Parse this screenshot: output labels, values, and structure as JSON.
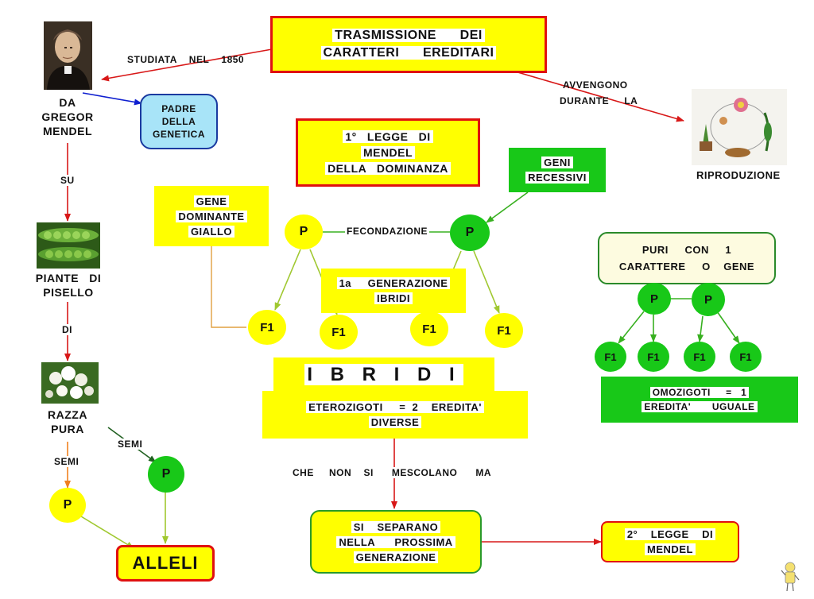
{
  "title": {
    "line1": "TRASMISSIONE      DEI",
    "line2": "CARATTERI      EREDITARI"
  },
  "person": {
    "caption": [
      "DA",
      "GREGOR",
      "MENDEL"
    ]
  },
  "padre": [
    "PADRE",
    "DELLA",
    "GENETICA"
  ],
  "riproduzione": "RIPRODUZIONE",
  "piante": [
    "PIANTE   DI",
    "PISELLO"
  ],
  "razza": [
    "RAZZA",
    "PURA"
  ],
  "legge1": [
    "1°   LEGGE   DI",
    "MENDEL",
    "DELLA   DOMINANZA"
  ],
  "geni_recessivi": [
    "GENI",
    "RECESSIVI"
  ],
  "gene_dominante": [
    "GENE",
    "DOMINANTE",
    "GIALLO"
  ],
  "generazione": [
    "1a     GENERAZIONE",
    "IBRIDI"
  ],
  "ibridi": {
    "title": "I B R I D I",
    "line1": "ETEROZIGOTI     =  2    EREDITA'",
    "line2": "DIVERSE"
  },
  "puri": [
    "PURI     CON     1",
    "CARATTERE     O    GENE"
  ],
  "omozigoti": [
    "OMOZIGOTI     =   1",
    "EREDITA'       UGUALE"
  ],
  "separano": [
    "SI    SEPARANO",
    "NELLA      PROSSIMA",
    "GENERAZIONE"
  ],
  "legge2": [
    "2°    LEGGE    DI",
    "MENDEL"
  ],
  "alleli": "ALLELI",
  "labels": {
    "studiata": "STUDIATA    NEL    1850",
    "avvengono": "AVVENGONO",
    "durante": "DURANTE     LA",
    "su": "SU",
    "di": "DI",
    "semi": "SEMI",
    "fecondazione": "FECONDAZIONE",
    "che_non": "CHE     NON    SI      MESCOLANO      MA"
  },
  "circles": {
    "p": "P",
    "f1": "F1"
  },
  "colors": {
    "yellow": "#ffff00",
    "green": "#18c818",
    "red": "#e01010",
    "light_blue": "#a8e4f8",
    "cream": "#fdfbe0"
  }
}
